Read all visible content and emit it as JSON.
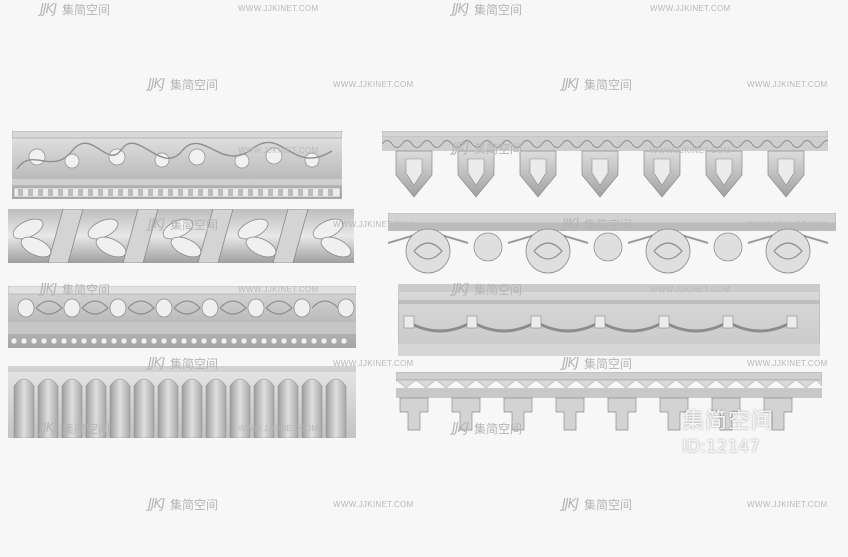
{
  "watermark": {
    "logo_text": "JJKJ",
    "brand_cn": "集简空间",
    "url": "WWW.JJKINET.COM"
  },
  "brand_overlay": {
    "name_cn": "集简空间",
    "id_label": "ID:12147"
  },
  "colors": {
    "background": "#f7f7f7",
    "molding_light": "#dcdcdc",
    "molding_mid": "#b9b9b9",
    "molding_dark": "#8a8a8a",
    "watermark": "#b9b9b9"
  },
  "moldings": [
    {
      "name": "floral-scroll-cornice-molding"
    },
    {
      "name": "twisted-leaf-ribbon-molding"
    },
    {
      "name": "egg-and-leaf-bead-molding"
    },
    {
      "name": "fluted-arch-panel-molding"
    },
    {
      "name": "rope-scalloped-pendant-molding"
    },
    {
      "name": "cartouche-openwork-molding"
    },
    {
      "name": "ribbon-swag-crown-molding"
    },
    {
      "name": "stepped-dentil-crown-molding"
    }
  ]
}
